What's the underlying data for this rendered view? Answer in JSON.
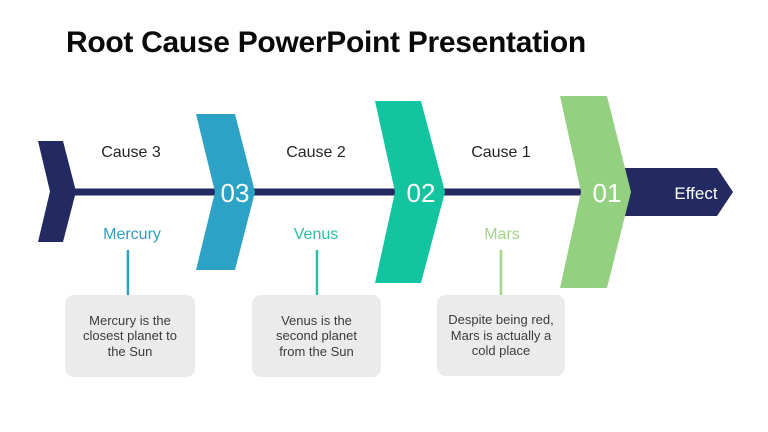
{
  "slide": {
    "title": "Root Cause PowerPoint Presentation"
  },
  "colors": {
    "navy": "#232a61",
    "blue": "#2ba2c6",
    "emerald": "#12c5a0",
    "green": "#93d080",
    "mercury_accent": "#2f9dc1",
    "venus_accent": "#2bbfa4",
    "mars_accent": "#a4d488",
    "box_bg": "#ebebeb",
    "box_text": "#3c3c3c"
  },
  "diagram": {
    "effect_label": "Effect",
    "steps": [
      {
        "number": "03",
        "cause": "Cause 3",
        "planet": "Mercury",
        "description": "Mercury is the closest planet to the Sun"
      },
      {
        "number": "02",
        "cause": "Cause 2",
        "planet": "Venus",
        "description": "Venus is the second planet from the Sun"
      },
      {
        "number": "01",
        "cause": "Cause 1",
        "planet": "Mars",
        "description": "Despite being red, Mars is actually a cold place"
      }
    ]
  }
}
